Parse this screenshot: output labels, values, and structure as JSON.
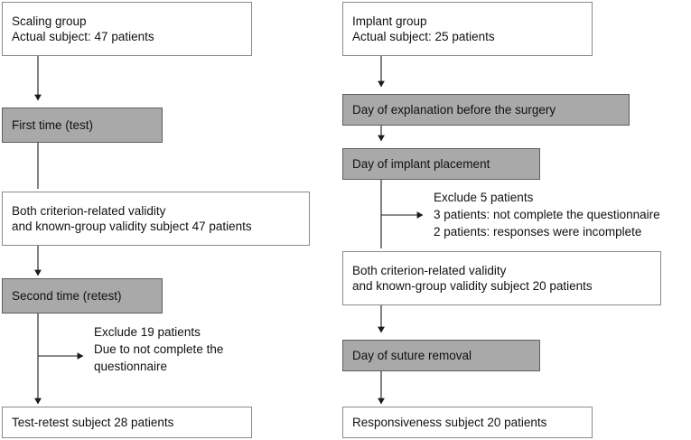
{
  "figure": {
    "type": "flowchart",
    "columns": [
      {
        "id": "scaling-group",
        "nodes": [
          {
            "id": "scaling-group-header",
            "style": "white",
            "lines": [
              "Scaling group",
              "Actual subject: 47 patients"
            ]
          },
          {
            "id": "first-time-test",
            "style": "gray",
            "lines": [
              "First time (test)"
            ]
          },
          {
            "id": "validity-47",
            "style": "white",
            "lines": [
              "Both criterion-related validity",
              "and known-group validity subject 47 patients"
            ]
          },
          {
            "id": "second-time-retest",
            "style": "gray",
            "lines": [
              "Second time (retest)"
            ]
          },
          {
            "id": "test-retest-28",
            "style": "white",
            "lines": [
              "Test-retest subject 28 patients"
            ]
          }
        ],
        "annotations": [
          {
            "id": "exclude-19",
            "lines": [
              "Exclude 19 patients",
              "Due to not complete the",
              "questionnaire"
            ]
          }
        ]
      },
      {
        "id": "implant-group",
        "nodes": [
          {
            "id": "implant-group-header",
            "style": "white",
            "lines": [
              "Implant group",
              "Actual subject: 25 patients"
            ]
          },
          {
            "id": "day-of-explanation",
            "style": "gray",
            "lines": [
              "Day of explanation before the surgery"
            ]
          },
          {
            "id": "day-of-implant-placement",
            "style": "gray",
            "lines": [
              "Day of implant placement"
            ]
          },
          {
            "id": "validity-20",
            "style": "white",
            "lines": [
              "Both criterion-related validity",
              "and known-group validity subject 20 patients"
            ]
          },
          {
            "id": "day-of-suture-removal",
            "style": "gray",
            "lines": [
              "Day of suture removal"
            ]
          },
          {
            "id": "responsiveness-20",
            "style": "white",
            "lines": [
              "Responsiveness subject 20 patients"
            ]
          }
        ],
        "annotations": [
          {
            "id": "exclude-5",
            "lines": [
              "Exclude 5 patients",
              "3 patients: not complete the questionnaire",
              "2 patients: responses were incomplete"
            ]
          }
        ]
      }
    ],
    "colors": {
      "gray_fill": "#a9a9a9",
      "gray_border": "#5e5e5e",
      "white_fill": "#ffffff",
      "white_border": "#8a8a8a",
      "text": "#111111",
      "connector": "#1a1a1a",
      "background": "#ffffff"
    }
  }
}
